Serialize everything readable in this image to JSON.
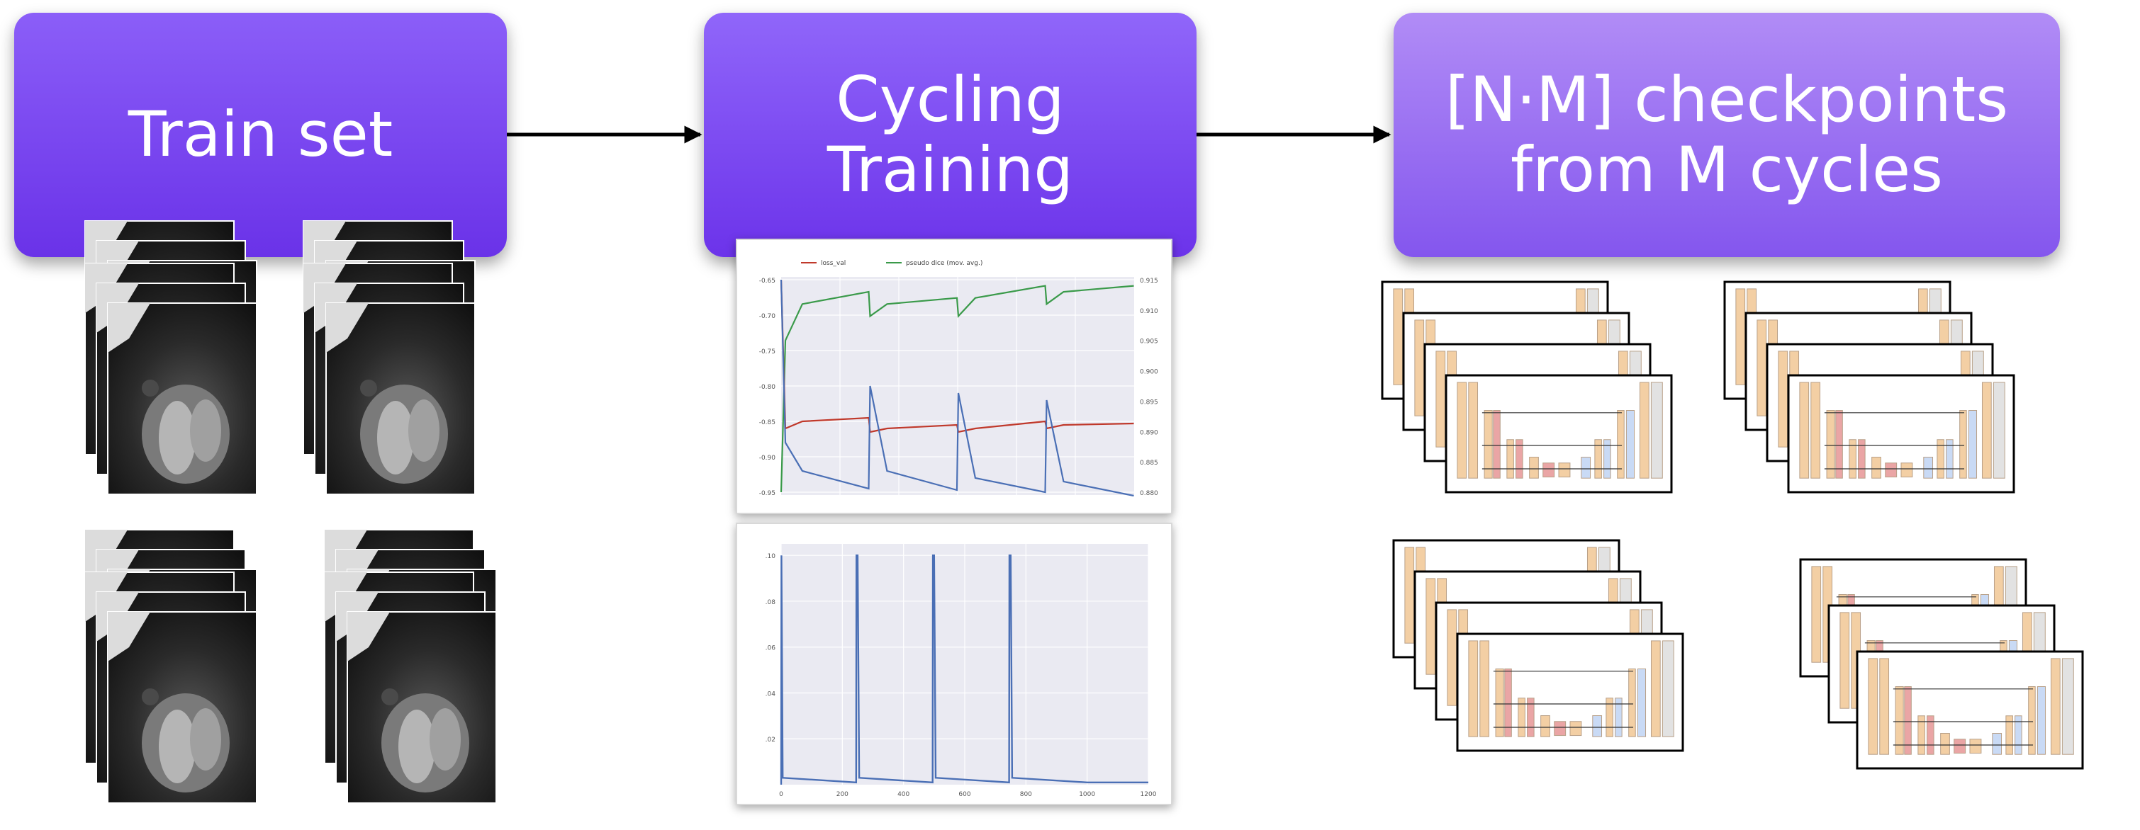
{
  "steps": [
    {
      "label": "Train set"
    },
    {
      "label": "Cycling\nTraining"
    },
    {
      "label": "[N·M] checkpoints\nfrom M cycles"
    }
  ],
  "colors": {
    "box1": "#7a48f0",
    "box2": "#7b48f2",
    "box3": "#9a70f2",
    "arrow": "#000000",
    "loss_val": "#c0392b",
    "pseudo_dice": "#3a9a4a",
    "loss_train": "#4a6fb5",
    "lr": "#4a6fb5"
  },
  "icons": [
    "mri-slice-stack-icon",
    "unet-architecture-icon"
  ],
  "chart_data": [
    {
      "type": "line",
      "title": "",
      "legend": [
        "loss_val",
        "pseudo dice (mov. avg.)"
      ],
      "legend_placement": "top-left",
      "grid": true,
      "x_range": [
        0,
        1000
      ],
      "left_axis_ticks": [
        "-0.65",
        "-0.70",
        "-0.75",
        "-0.80",
        "-0.85",
        "-0.90",
        "-0.95"
      ],
      "right_axis_ticks": [
        "0.915",
        "0.910",
        "0.905",
        "0.900",
        "0.895",
        "0.890",
        "0.885",
        "0.880"
      ],
      "cycles": 4,
      "series": [
        {
          "name": "pseudo dice (mov. avg.)",
          "axis": "right",
          "x": [
            0,
            12,
            60,
            248,
            252,
            300,
            498,
            502,
            550,
            748,
            752,
            800,
            999
          ],
          "values": [
            0.88,
            0.905,
            0.911,
            0.913,
            0.909,
            0.911,
            0.912,
            0.909,
            0.912,
            0.914,
            0.911,
            0.913,
            0.914
          ]
        },
        {
          "name": "loss_val",
          "axis": "left",
          "x": [
            0,
            12,
            60,
            248,
            252,
            300,
            498,
            502,
            550,
            748,
            752,
            800,
            999
          ],
          "values": [
            -0.65,
            -0.86,
            -0.85,
            -0.845,
            -0.865,
            -0.86,
            -0.855,
            -0.865,
            -0.86,
            -0.85,
            -0.86,
            -0.855,
            -0.853
          ]
        },
        {
          "name": "",
          "axis": "left",
          "x": [
            0,
            12,
            60,
            248,
            252,
            300,
            498,
            502,
            550,
            748,
            752,
            800,
            999
          ],
          "values": [
            -0.65,
            -0.88,
            -0.92,
            -0.945,
            -0.8,
            -0.92,
            -0.947,
            -0.81,
            -0.93,
            -0.95,
            -0.82,
            -0.935,
            -0.955
          ]
        }
      ]
    },
    {
      "type": "line",
      "title": "",
      "grid": true,
      "x_ticks": [
        "0",
        "200",
        "400",
        "600",
        "800",
        "1000",
        "1200"
      ],
      "y_ticks": [
        ".10",
        ".08",
        ".06",
        ".04",
        ".02"
      ],
      "x_range": [
        0,
        1200
      ],
      "y_range": [
        0,
        0.105
      ],
      "series": [
        {
          "name": "",
          "x": [
            0,
            1,
            5,
            245,
            246,
            250,
            255,
            495,
            496,
            500,
            505,
            745,
            746,
            750,
            755,
            1000,
            1200
          ],
          "values": [
            0.0,
            0.1,
            0.003,
            0.001,
            0.1,
            0.1,
            0.003,
            0.001,
            0.1,
            0.1,
            0.003,
            0.001,
            0.1,
            0.1,
            0.003,
            0.001,
            0.001
          ]
        }
      ]
    }
  ]
}
